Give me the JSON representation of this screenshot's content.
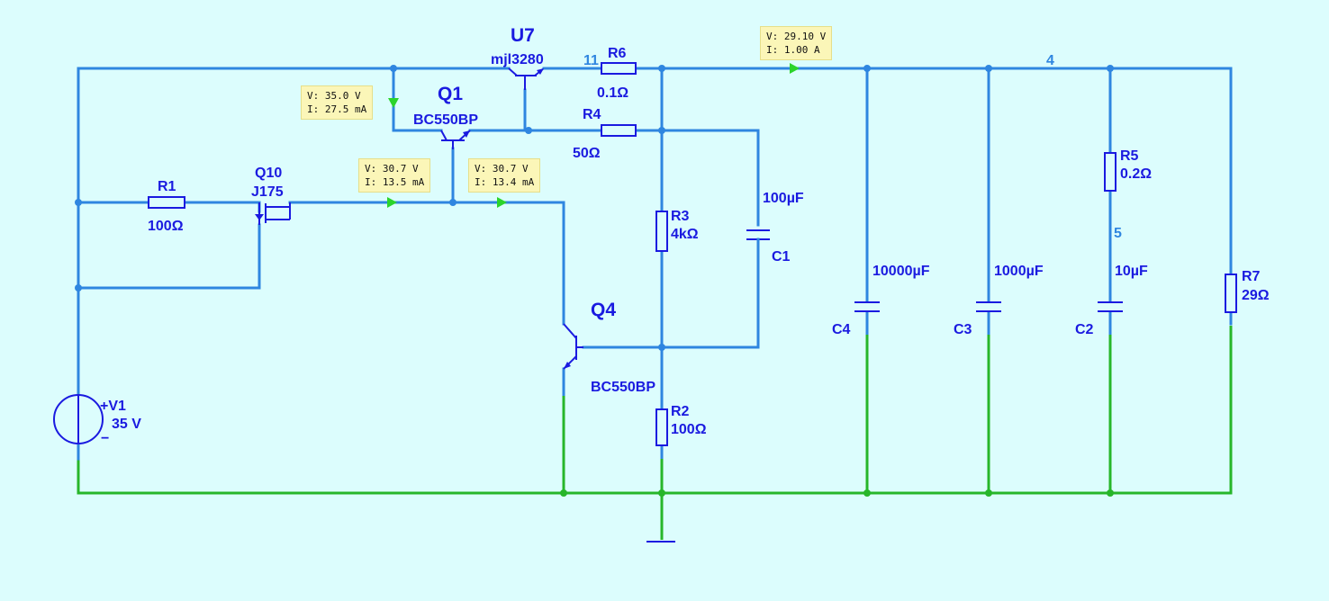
{
  "components": {
    "u7": {
      "ref": "U7",
      "part": "mjl3280"
    },
    "q1": {
      "ref": "Q1",
      "part": "BC550BP"
    },
    "q4": {
      "ref": "Q4",
      "part": "BC550BP"
    },
    "q10": {
      "ref": "Q10",
      "part": "J175"
    },
    "r1": {
      "ref": "R1",
      "value": "100Ω"
    },
    "r2": {
      "ref": "R2",
      "value": "100Ω"
    },
    "r3": {
      "ref": "R3",
      "value": "4kΩ"
    },
    "r4": {
      "ref": "R4",
      "value": "50Ω"
    },
    "r5": {
      "ref": "R5",
      "value": "0.2Ω"
    },
    "r6": {
      "ref": "R6",
      "value": "0.1Ω"
    },
    "r7": {
      "ref": "R7",
      "value": "29Ω"
    },
    "c1": {
      "ref": "C1",
      "value": "100µF"
    },
    "c2": {
      "ref": "C2",
      "value": "10µF"
    },
    "c3": {
      "ref": "C3",
      "value": "1000µF"
    },
    "c4": {
      "ref": "C4",
      "value": "10000µF"
    },
    "v1": {
      "ref": "+V1",
      "value": "35 V",
      "minus": "−"
    }
  },
  "nets": {
    "n11": "11",
    "n4": "4",
    "n5": "5"
  },
  "probes": {
    "p_top": {
      "v": "V: 35.0 V",
      "i": "I: 27.5 mA"
    },
    "p_mid1": {
      "v": "V: 30.7 V",
      "i": "I: 13.5 mA"
    },
    "p_mid2": {
      "v": "V: 30.7 V",
      "i": "I: 13.4 mA"
    },
    "p_out": {
      "v": "V: 29.10 V",
      "i": "I: 1.00 A"
    }
  },
  "colors": {
    "background": "#dcfdfd",
    "wire": "#2f86e0",
    "ground_wire": "#27b62a",
    "component": "#1a1ae0",
    "probe_bg": "#fbf6b8"
  }
}
